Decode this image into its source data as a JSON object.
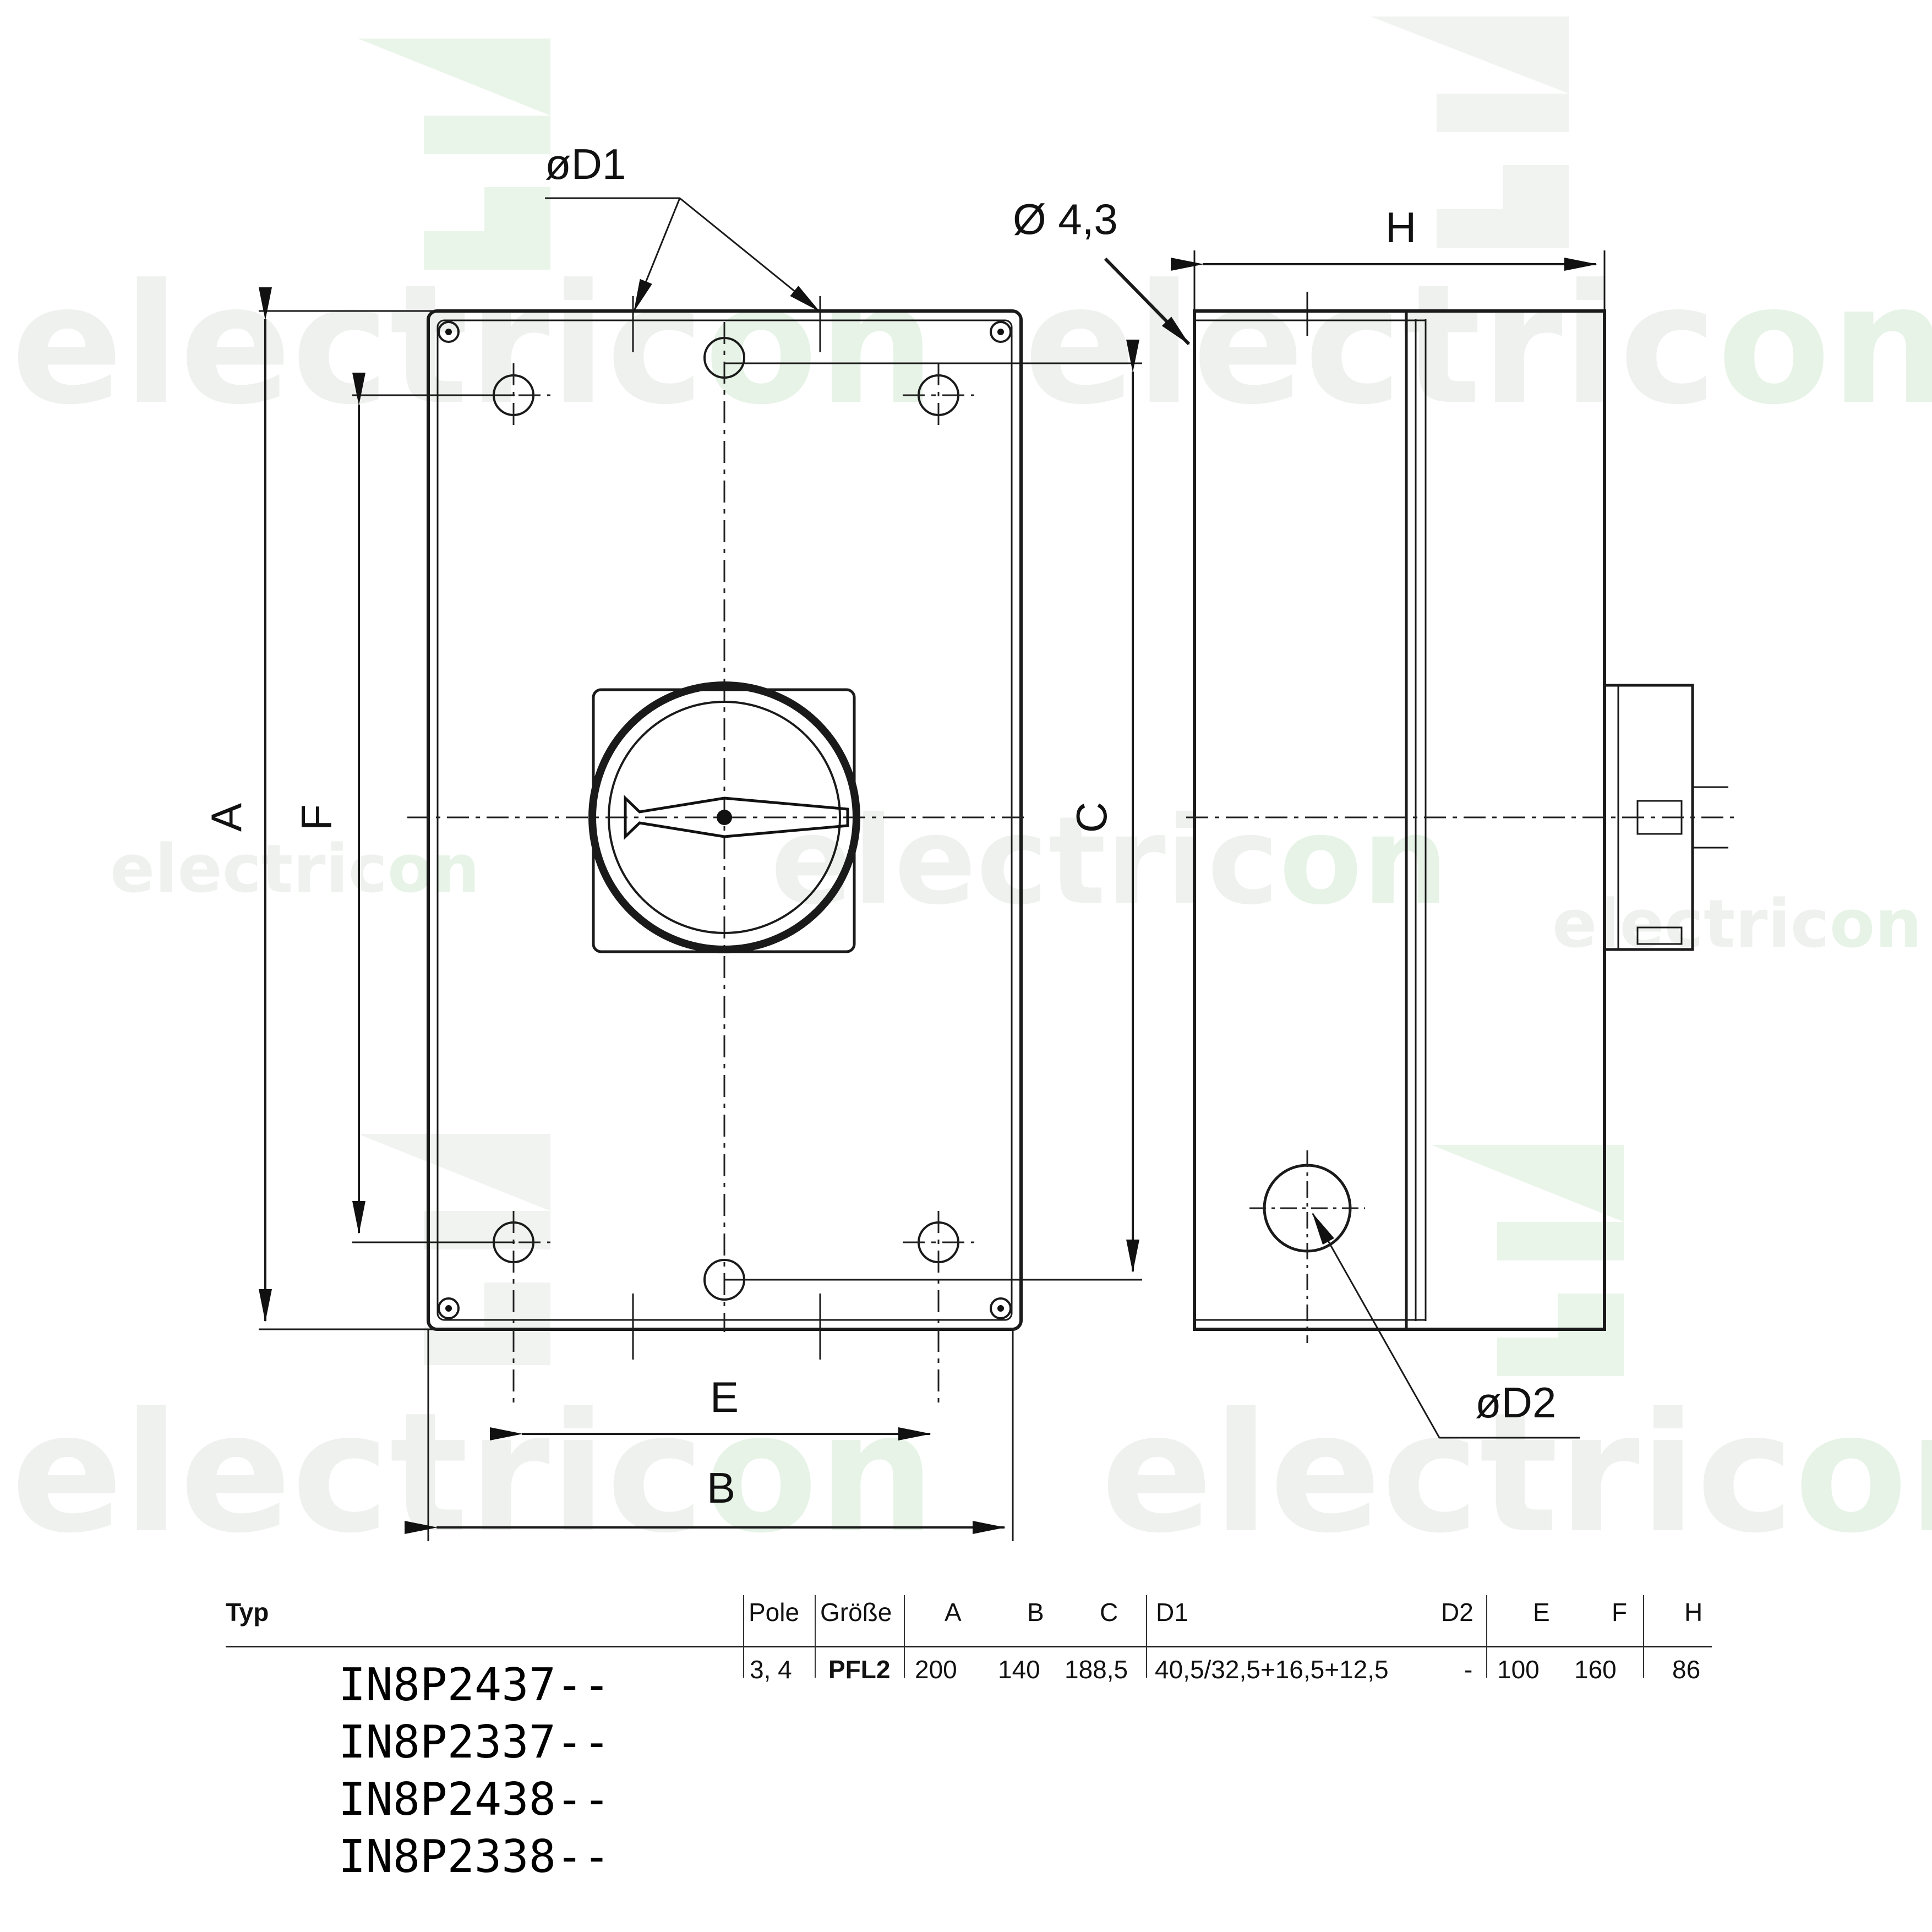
{
  "brand": {
    "watermark_text": "electricon",
    "watermark_color": "#e6f3e6"
  },
  "labels": {
    "d1": "øD1",
    "hole": "Ø 4,3",
    "h": "H",
    "a": "A",
    "f": "F",
    "c": "C",
    "e": "E",
    "b": "B",
    "d2": "øD2"
  },
  "table": {
    "headers": {
      "typ": "Typ",
      "pole": "Pole",
      "groesse": "Größe",
      "a": "A",
      "b": "B",
      "c": "C",
      "d1": "D1",
      "d2": "D2",
      "e": "E",
      "f": "F",
      "h": "H"
    },
    "row": {
      "pole": "3, 4",
      "groesse": "PFL2",
      "a": "200",
      "b": "140",
      "c": "188,5",
      "d1": "40,5/32,5+16,5+12,5",
      "d2": "-",
      "e": "100",
      "f": "160",
      "h": "86"
    }
  },
  "types": [
    "IN8P2437--",
    "IN8P2337--",
    "IN8P2438--",
    "IN8P2338--"
  ]
}
